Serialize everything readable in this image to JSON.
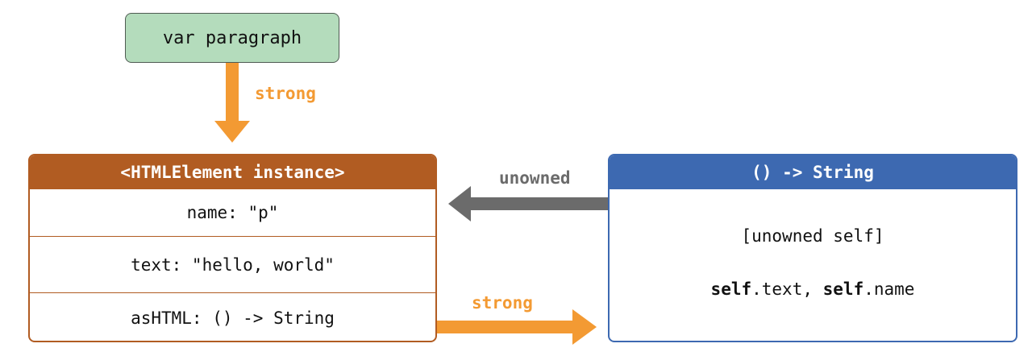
{
  "variable": {
    "label": "var paragraph"
  },
  "instance": {
    "header": "<HTMLElement instance>",
    "rows": [
      "name: \"p\"",
      "text: \"hello, world\"",
      "asHTML: () -> String"
    ]
  },
  "closure": {
    "header": "() -> String",
    "capture_list": "[unowned self]",
    "body": {
      "kw1": "self",
      "p1": ".text, ",
      "kw2": "self",
      "p2": ".name"
    }
  },
  "references": {
    "var_to_instance": "strong",
    "closure_to_instance": "unowned",
    "instance_to_closure": "strong"
  },
  "colors": {
    "strong": "#f39a33",
    "unowned": "#6b6b6b",
    "instance": "#b15c22",
    "closure": "#3d69b1",
    "variable": "#b4dcbc"
  }
}
